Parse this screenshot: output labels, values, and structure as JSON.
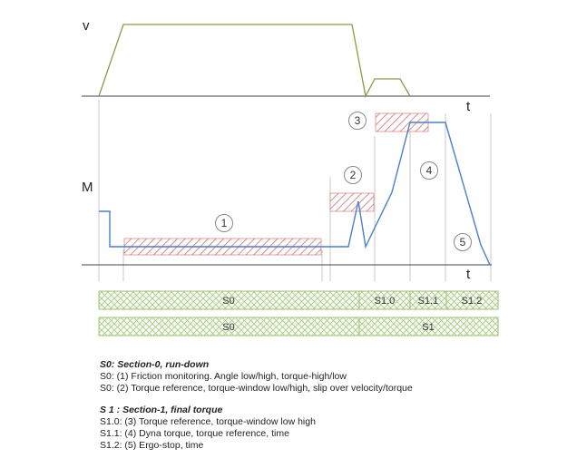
{
  "axes": {
    "velocity": "v",
    "torque": "M",
    "time_top": "t",
    "time_bottom": "t"
  },
  "markers": [
    "1",
    "2",
    "3",
    "4",
    "5"
  ],
  "bar1": {
    "s0": "S0",
    "s1_0": "S1.0",
    "s1_1": "S1.1",
    "s1_2": "S1.2"
  },
  "bar2": {
    "s0": "S0",
    "s1": "S1"
  },
  "colors": {
    "velocity_line": "#8c9a4a",
    "torque_line": "#4a7fc8",
    "hatch_red": "#cc6666",
    "segment_green": "#9fc07a",
    "grid": "#c8c8c8"
  },
  "legend": {
    "s0_heading": "S0: Section-0, run-down",
    "s0_line1": "S0: (1) Friction monitoring. Angle low/high, torque-high/low",
    "s0_line2": "S0: (2) Torque reference, torque-window low/high, slip over velocity/torque",
    "s1_heading": "S 1 : Section-1, final torque",
    "s1_line1": "S1.0: (3) Torque reference, torque-window low high",
    "s1_line2": "S1.1: (4) Dyna torque, torque reference, time",
    "s1_line3": "S1.2: (5) Ergo-stop, time"
  }
}
